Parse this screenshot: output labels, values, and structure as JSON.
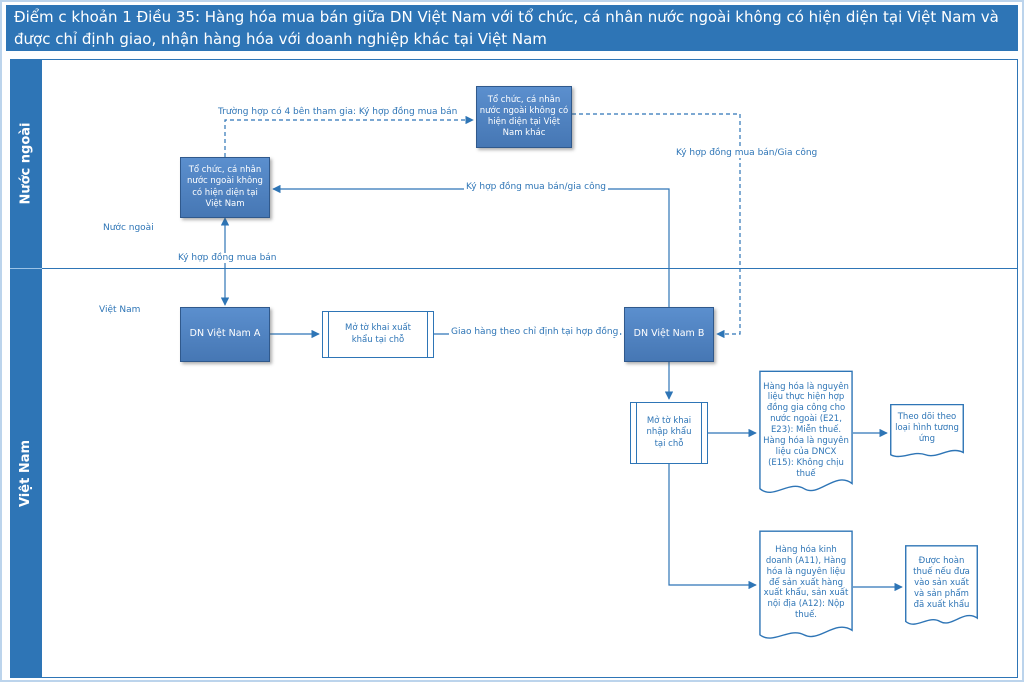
{
  "title": "Điểm c khoản 1 Điều 35: Hàng hóa mua bán giữa DN Việt Nam với tổ chức, cá nhân nước ngoài không có hiện diện tại Việt Nam và được chỉ định giao, nhận hàng hóa với doanh nghiệp khác tại Việt Nam",
  "colors": {
    "accent": "#2E75B6",
    "node_fill": "#4F81BD",
    "node_border": "#30598C",
    "text_on_node": "#FFFFFF"
  },
  "lanes": {
    "foreign": {
      "label": "Nước ngoài",
      "sublabel": "Nước ngoài"
    },
    "vietnam": {
      "label": "Việt Nam",
      "sublabel": "Việt Nam"
    }
  },
  "nodes": {
    "foreign_other": {
      "label": "Tổ chức, cá nhân nước ngoài không có hiện diện tại Việt Nam khác"
    },
    "foreign_org": {
      "label": "Tổ chức, cá nhân nước ngoài không có hiện diện tại Việt Nam"
    },
    "dn_a": {
      "label": "DN Việt Nam A"
    },
    "export_decl": {
      "label": "Mở tờ khai xuất khẩu tại chỗ"
    },
    "dn_b": {
      "label": "DN Việt Nam B"
    },
    "import_decl": {
      "label": "Mở tờ khai nhập khẩu tại chỗ"
    },
    "doc_e21": {
      "label": "Hàng hóa là nguyên liệu thực hiện hợp đồng gia công cho nước ngoài (E21, E23): Miễn thuế. Hàng hóa là nguyên liệu của DNCX (E15): Không chịu thuế"
    },
    "doc_track": {
      "label": "Theo dõi theo loại hình tương ứng"
    },
    "doc_a11": {
      "label": "Hàng hóa kinh doanh (A11), Hàng hóa là nguyên liệu để sản xuất hàng xuất khẩu, sản xuất nội địa (A12): Nộp thuế."
    },
    "doc_refund": {
      "label": "Được hoàn thuế nếu đưa vào sản xuất và sản phẩm đã xuất khẩu"
    }
  },
  "edges": {
    "four_party": {
      "label": "Trường hợp có 4 bên tham gia: Ký hợp đồng mua bán"
    },
    "sign_contract": {
      "label": "Ký hợp đồng mua bán"
    },
    "sign_gc_dashed": {
      "label": "Ký hợp đồng mua bán/Gia công"
    },
    "sign_gc": {
      "label": "Ký hợp đồng mua bán/gia công"
    },
    "delivery": {
      "label": "Giao hàng theo chỉ định tại hợp đồng"
    }
  }
}
